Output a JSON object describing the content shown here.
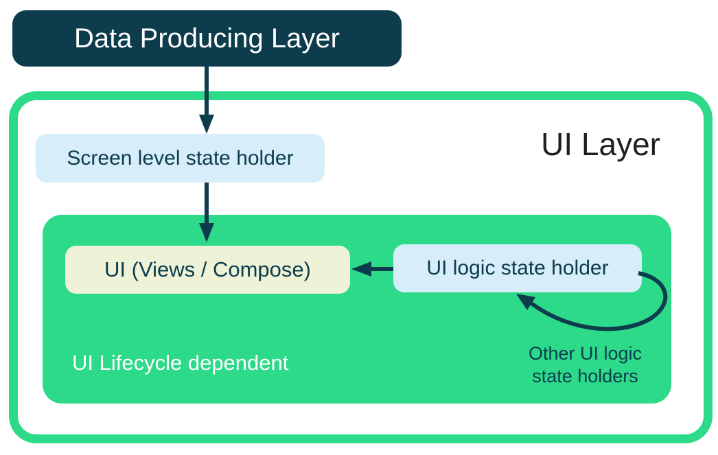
{
  "diagram_title": "Android UI Layer state holders diagram",
  "colors": {
    "dark_teal": "#0d3c4d",
    "green": "#2dda89",
    "light_blue": "#d7eefa",
    "cream": "#eef3d8",
    "white": "#ffffff",
    "title_black": "#1f1f1f"
  },
  "boxes": {
    "data_producing": {
      "label": "Data Producing Layer"
    },
    "ui_layer": {
      "label": "UI Layer"
    },
    "screen_state_holder": {
      "label": "Screen level state holder"
    },
    "ui_views": {
      "label": "UI (Views / Compose)"
    },
    "ui_logic_state_holder": {
      "label": "UI logic state holder"
    },
    "lifecycle_note": {
      "label": "UI Lifecycle dependent"
    },
    "other_holders": {
      "line1": "Other UI logic",
      "line2": "state holders"
    }
  },
  "arrows": [
    {
      "name": "data-producing-to-screen-state-holder",
      "from": "Data Producing Layer",
      "to": "Screen level state holder",
      "direction": "down"
    },
    {
      "name": "screen-state-holder-to-ui",
      "from": "Screen level state holder",
      "to": "UI (Views / Compose)",
      "direction": "down"
    },
    {
      "name": "ui-logic-state-holder-to-ui",
      "from": "UI logic state holder",
      "to": "UI (Views / Compose)",
      "direction": "left"
    },
    {
      "name": "other-ui-logic-state-holders-loop",
      "from": "Other UI logic state holders",
      "to": "UI logic state holder",
      "direction": "curved-up-left"
    }
  ]
}
